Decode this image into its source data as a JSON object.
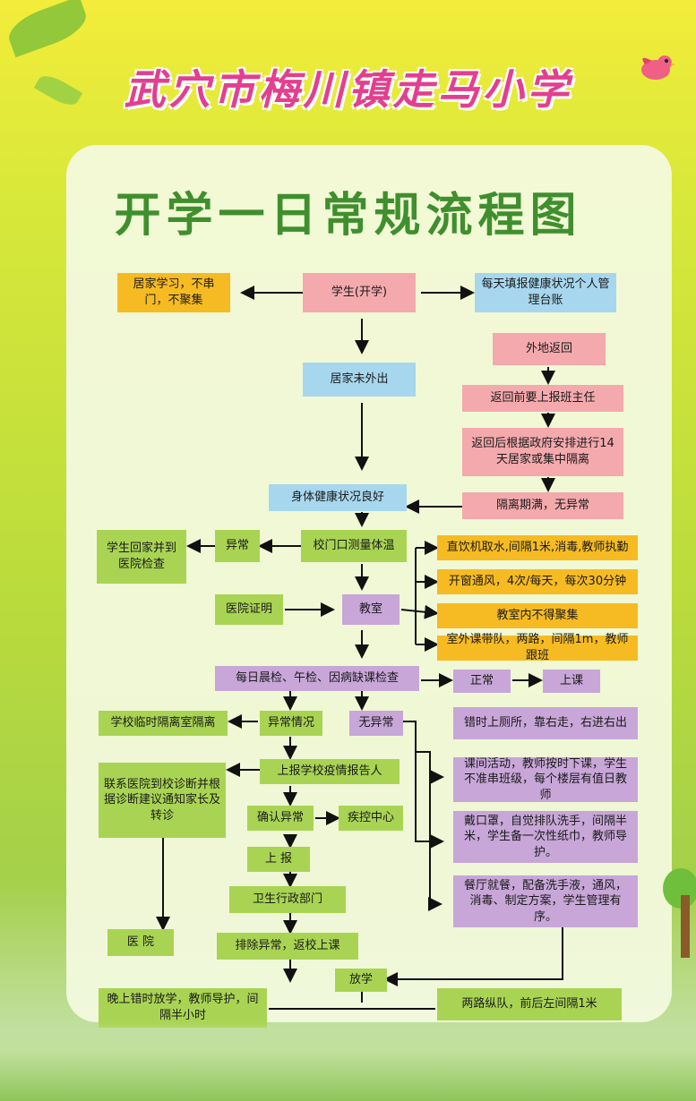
{
  "poster": {
    "school_title": "武穴市梅川镇走马小学",
    "chart_title": "开学一日常规流程图"
  },
  "nodes": {
    "home_study": "居家学习，不串门，不聚集",
    "student": "学生(开学)",
    "daily_report": "每天填报健康状况个人管理台账",
    "at_home": "居家未外出",
    "returned": "外地返回",
    "report_teacher": "返回前要上报班主任",
    "quarantine": "返回后根据政府安排进行14天居家或集中隔离",
    "quarantine_end": "隔离期满，无异常",
    "healthy": "身体健康状况良好",
    "go_home_hospital": "学生回家并到医院检查",
    "abnormal_temp": "异常",
    "gate_temp": "校门口测量体温",
    "water": "直饮机取水,间隔1米,消毒,教师执勤",
    "ventilate": "开窗通风，4次/每天，每次30分钟",
    "hospital_cert": "医院证明",
    "classroom": "教室",
    "no_gathering": "教室内不得聚集",
    "outdoor_class": "室外课带队，两路，间隔1m，教师跟班",
    "daily_check": "每日晨检、午检、因病缺课检查",
    "normal": "正常",
    "attend_class": "上课",
    "isolation_room": "学校临时隔离室隔离",
    "abnormal_case": "异常情况",
    "no_abnormal": "无异常",
    "restroom": "错时上厕所，靠右走，右进右出",
    "contact_hospital": "联系医院到校诊断并根据诊断建议通知家长及转诊",
    "report_epidemic": "上报学校疫情报告人",
    "recess": "课间活动，教师按时下课，学生不准串班级，每个楼层有值日教师",
    "confirm_abnormal": "确认异常",
    "cdc": "疾控中心",
    "masks": "戴口罩，自觉排队洗手，间隔半米，学生备一次性纸巾，教师导护。",
    "report": "上 报",
    "health_dept": "卫生行政部门",
    "canteen": "餐厅就餐，配备洗手液，通风，消毒、制定方案，学生管理有序。",
    "hospital": "医  院",
    "return_school": "排除异常，返校上课",
    "dismissal": "放学",
    "evening_dismissal": "晚上错时放学，教师导护，间隔半小时",
    "two_lines": "两路纵队，前后左间隔1米"
  },
  "colors": {
    "title_pink": "#e33f8f",
    "chart_title_green": "#3f8f2e",
    "orange": "#f6bb22",
    "pink": "#f4a9ad",
    "blue": "#a7d7ee",
    "green": "#a9d453",
    "purple": "#c8a6d8"
  }
}
